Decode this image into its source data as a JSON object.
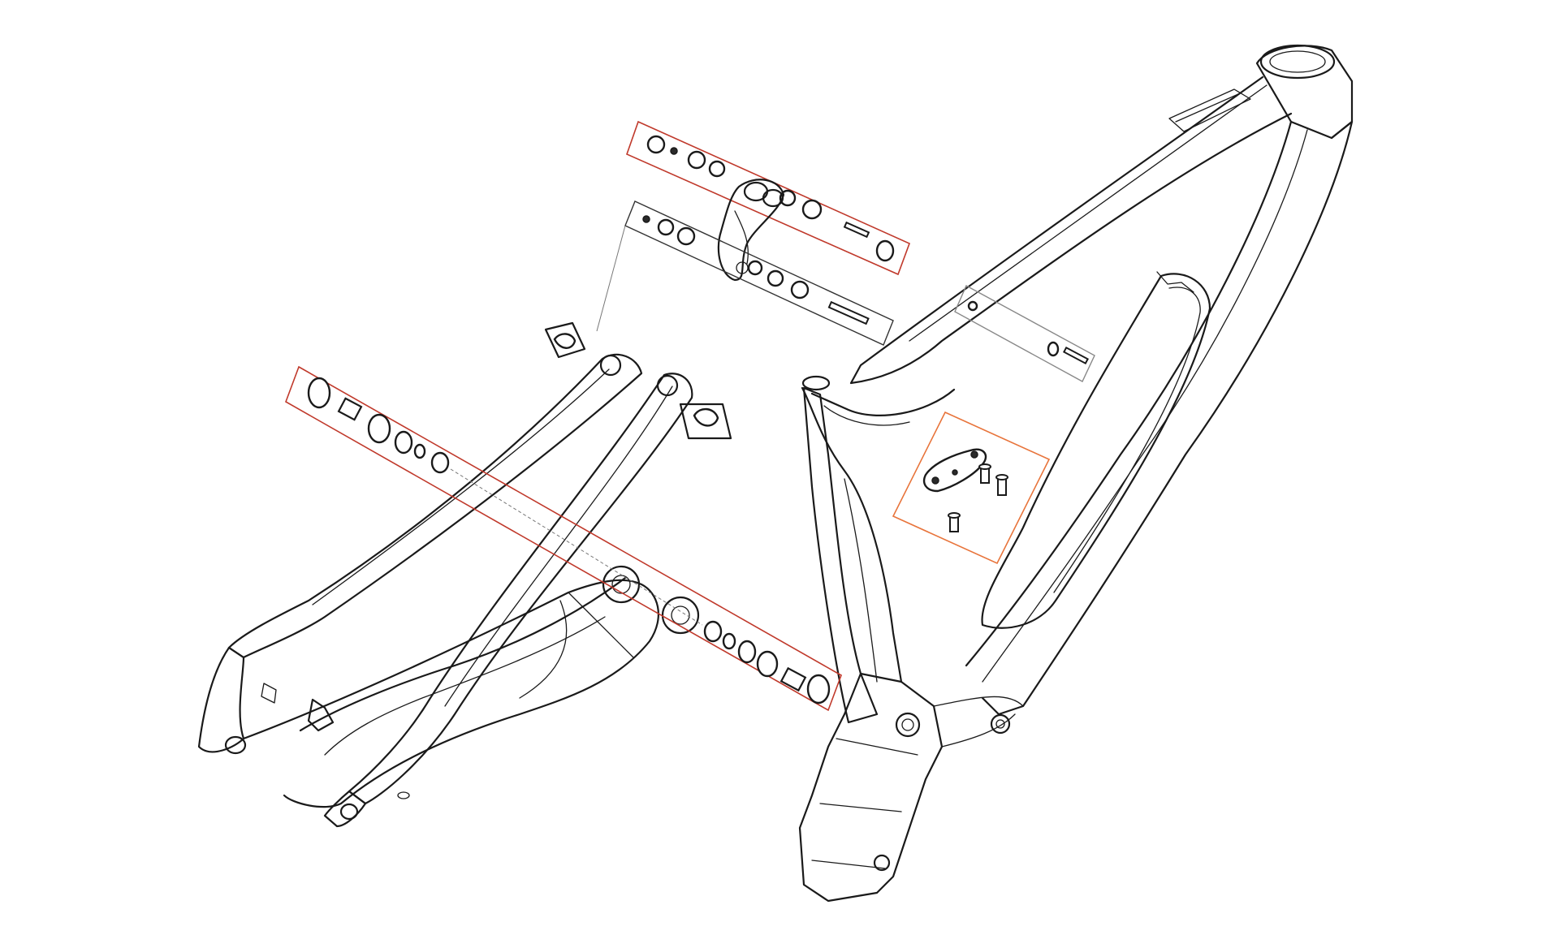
{
  "diagram": {
    "description_visible_text": [],
    "colors": {
      "line": "#1a1a1a",
      "background": "#ffffff",
      "upper_link_box": "#c0392b",
      "main_pivot_box": "#c0392b",
      "lower_link_box": "#333333",
      "shock_mount_box": "#888888",
      "hardware_box": "#e8743b"
    },
    "groups": [
      {
        "id": "upper-link-hardware",
        "highlight": "red"
      },
      {
        "id": "lower-link-hardware",
        "highlight": "dark"
      },
      {
        "id": "main-pivot-hardware",
        "highlight": "red"
      },
      {
        "id": "shock-mount-hardware",
        "highlight": "grey"
      },
      {
        "id": "derailleur-hanger-hardware",
        "highlight": "orange"
      }
    ]
  }
}
